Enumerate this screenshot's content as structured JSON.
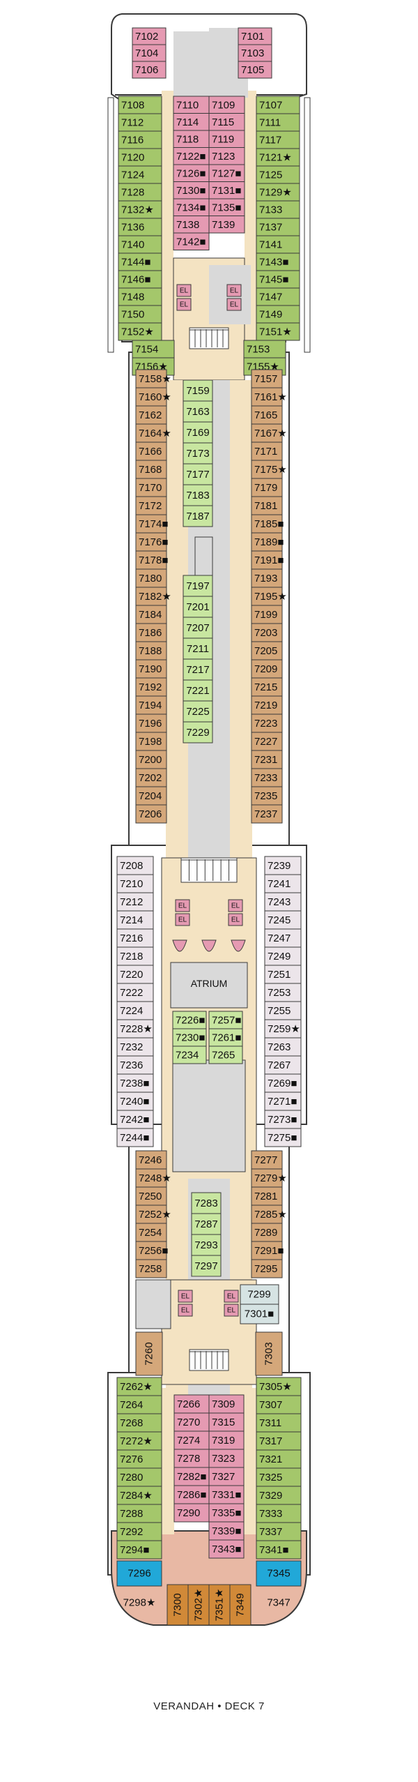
{
  "title": "VERANDAH • DECK 7",
  "atrium_label": "ATRIUM",
  "elevator_label": "EL",
  "symbols": {
    "star": "★",
    "square": "■"
  },
  "colors": {
    "green": "#a4c76b",
    "pink": "#e59ab2",
    "tan": "#d4a77a",
    "lilac": "#ece5ea",
    "blue": "#21a8d8",
    "orange": "#d18938",
    "lightgreen": "#c8e6a0",
    "paleblue": "#d6e3e3",
    "corridor": "#f4e3c2",
    "grey": "#d9d9d9",
    "outline": "#3a3a3a"
  },
  "cabins": {
    "fwd_left_outer": [
      [
        "7108",
        ""
      ],
      [
        "7112",
        ""
      ],
      [
        "7116",
        ""
      ],
      [
        "7120",
        ""
      ],
      [
        "7124",
        ""
      ],
      [
        "7128",
        ""
      ],
      [
        "7132",
        "star"
      ],
      [
        "7136",
        ""
      ],
      [
        "7140",
        ""
      ],
      [
        "7144",
        "square"
      ],
      [
        "7146",
        "square"
      ],
      [
        "7148",
        ""
      ],
      [
        "7150",
        ""
      ],
      [
        "7152",
        "star"
      ]
    ],
    "fwd_left_inner": [
      [
        "7110",
        ""
      ],
      [
        "7114",
        ""
      ],
      [
        "7118",
        ""
      ],
      [
        "7122",
        "square"
      ],
      [
        "7126",
        "square"
      ],
      [
        "7130",
        "square"
      ],
      [
        "7134",
        "square"
      ],
      [
        "7138",
        ""
      ],
      [
        "7142",
        "square"
      ]
    ],
    "fwd_right_inner": [
      [
        "7109",
        ""
      ],
      [
        "7115",
        ""
      ],
      [
        "7119",
        ""
      ],
      [
        "7123",
        ""
      ],
      [
        "7127",
        "square"
      ],
      [
        "7131",
        "square"
      ],
      [
        "7135",
        "square"
      ],
      [
        "7139",
        ""
      ]
    ],
    "fwd_right_outer": [
      [
        "7107",
        ""
      ],
      [
        "7111",
        ""
      ],
      [
        "7117",
        ""
      ],
      [
        "7121",
        "star"
      ],
      [
        "7125",
        ""
      ],
      [
        "7129",
        "star"
      ],
      [
        "7133",
        ""
      ],
      [
        "7137",
        ""
      ],
      [
        "7141",
        ""
      ],
      [
        "7143",
        "square"
      ],
      [
        "7145",
        "square"
      ],
      [
        "7147",
        ""
      ],
      [
        "7149",
        ""
      ],
      [
        "7151",
        "star"
      ]
    ],
    "bow_left": [
      [
        "7102",
        ""
      ],
      [
        "7104",
        ""
      ],
      [
        "7106",
        ""
      ]
    ],
    "bow_right": [
      [
        "7101",
        ""
      ],
      [
        "7103",
        ""
      ],
      [
        "7105",
        ""
      ]
    ],
    "mid_fwd_left_small": [
      [
        "7154",
        ""
      ],
      [
        "7156",
        "star"
      ]
    ],
    "mid_fwd_right_small": [
      [
        "7153",
        ""
      ],
      [
        "7155",
        "star"
      ]
    ],
    "mid_left": [
      [
        "7158",
        "star"
      ],
      [
        "7160",
        "star"
      ],
      [
        "7162",
        ""
      ],
      [
        "7164",
        "star"
      ],
      [
        "7166",
        ""
      ],
      [
        "7168",
        ""
      ],
      [
        "7170",
        ""
      ],
      [
        "7172",
        ""
      ],
      [
        "7174",
        "square"
      ],
      [
        "7176",
        "square"
      ],
      [
        "7178",
        "square"
      ],
      [
        "7180",
        ""
      ],
      [
        "7182",
        "star"
      ],
      [
        "7184",
        ""
      ],
      [
        "7186",
        ""
      ],
      [
        "7188",
        ""
      ],
      [
        "7190",
        ""
      ],
      [
        "7192",
        ""
      ],
      [
        "7194",
        ""
      ],
      [
        "7196",
        ""
      ],
      [
        "7198",
        ""
      ],
      [
        "7200",
        ""
      ],
      [
        "7202",
        ""
      ],
      [
        "7204",
        ""
      ],
      [
        "7206",
        ""
      ]
    ],
    "mid_right": [
      [
        "7157",
        ""
      ],
      [
        "7161",
        "star"
      ],
      [
        "7165",
        ""
      ],
      [
        "7167",
        "star"
      ],
      [
        "7171",
        ""
      ],
      [
        "7175",
        "star"
      ],
      [
        "7179",
        ""
      ],
      [
        "7181",
        ""
      ],
      [
        "7185",
        "square"
      ],
      [
        "7189",
        "square"
      ],
      [
        "7191",
        "square"
      ],
      [
        "7193",
        ""
      ],
      [
        "7195",
        "star"
      ],
      [
        "7199",
        ""
      ],
      [
        "7203",
        ""
      ],
      [
        "7205",
        ""
      ],
      [
        "7209",
        ""
      ],
      [
        "7215",
        ""
      ],
      [
        "7219",
        ""
      ],
      [
        "7223",
        ""
      ],
      [
        "7227",
        ""
      ],
      [
        "7231",
        ""
      ],
      [
        "7233",
        ""
      ],
      [
        "7235",
        ""
      ],
      [
        "7237",
        ""
      ]
    ],
    "mid_center_a": [
      [
        "7159",
        ""
      ],
      [
        "7163",
        ""
      ],
      [
        "7169",
        ""
      ],
      [
        "7173",
        ""
      ],
      [
        "7177",
        ""
      ],
      [
        "7183",
        ""
      ],
      [
        "7187",
        ""
      ]
    ],
    "mid_center_b": [
      [
        "7197",
        ""
      ],
      [
        "7201",
        ""
      ],
      [
        "7207",
        ""
      ],
      [
        "7211",
        ""
      ],
      [
        "7217",
        ""
      ],
      [
        "7221",
        ""
      ],
      [
        "7225",
        ""
      ],
      [
        "7229",
        ""
      ]
    ],
    "atrium_left": [
      [
        "7208",
        ""
      ],
      [
        "7210",
        ""
      ],
      [
        "7212",
        ""
      ],
      [
        "7214",
        ""
      ],
      [
        "7216",
        ""
      ],
      [
        "7218",
        ""
      ],
      [
        "7220",
        ""
      ],
      [
        "7222",
        ""
      ],
      [
        "7224",
        ""
      ],
      [
        "7228",
        "star"
      ],
      [
        "7232",
        ""
      ],
      [
        "7236",
        ""
      ],
      [
        "7238",
        "square"
      ],
      [
        "7240",
        "square"
      ],
      [
        "7242",
        "square"
      ],
      [
        "7244",
        "square"
      ]
    ],
    "atrium_right": [
      [
        "7239",
        ""
      ],
      [
        "7241",
        ""
      ],
      [
        "7243",
        ""
      ],
      [
        "7245",
        ""
      ],
      [
        "7247",
        ""
      ],
      [
        "7249",
        ""
      ],
      [
        "7251",
        ""
      ],
      [
        "7253",
        ""
      ],
      [
        "7255",
        ""
      ],
      [
        "7259",
        "star"
      ],
      [
        "7263",
        ""
      ],
      [
        "7267",
        ""
      ],
      [
        "7269",
        "square"
      ],
      [
        "7271",
        "square"
      ],
      [
        "7273",
        "square"
      ],
      [
        "7275",
        "square"
      ]
    ],
    "atrium_center_left": [
      [
        "7226",
        "square"
      ],
      [
        "7230",
        "square"
      ],
      [
        "7234",
        ""
      ]
    ],
    "atrium_center_right": [
      [
        "7257",
        "square"
      ],
      [
        "7261",
        "square"
      ],
      [
        "7265",
        ""
      ]
    ],
    "aft_mid_left": [
      [
        "7246",
        ""
      ],
      [
        "7248",
        "star"
      ],
      [
        "7250",
        ""
      ],
      [
        "7252",
        "star"
      ],
      [
        "7254",
        ""
      ],
      [
        "7256",
        "square"
      ],
      [
        "7258",
        ""
      ]
    ],
    "aft_mid_right": [
      [
        "7277",
        ""
      ],
      [
        "7279",
        "star"
      ],
      [
        "7281",
        ""
      ],
      [
        "7285",
        "star"
      ],
      [
        "7289",
        ""
      ],
      [
        "7291",
        "square"
      ],
      [
        "7295",
        ""
      ]
    ],
    "aft_mid_center": [
      [
        "7283",
        ""
      ],
      [
        "7287",
        ""
      ],
      [
        "7293",
        ""
      ],
      [
        "7297",
        ""
      ]
    ],
    "aft_misc": {
      "left_vertical": "7260",
      "right_vertical": "7303",
      "right_a": "7299",
      "right_b": "7301",
      "right_b_mark": "square"
    },
    "aft_left_outer": [
      [
        "7262",
        "star"
      ],
      [
        "7264",
        ""
      ],
      [
        "7268",
        ""
      ],
      [
        "7272",
        "star"
      ],
      [
        "7276",
        ""
      ],
      [
        "7280",
        ""
      ],
      [
        "7284",
        "star"
      ],
      [
        "7288",
        ""
      ],
      [
        "7292",
        ""
      ],
      [
        "7294",
        "square"
      ]
    ],
    "aft_left_inner": [
      [
        "7266",
        ""
      ],
      [
        "7270",
        ""
      ],
      [
        "7274",
        ""
      ],
      [
        "7278",
        ""
      ],
      [
        "7282",
        "square"
      ],
      [
        "7286",
        "square"
      ],
      [
        "7290",
        ""
      ]
    ],
    "aft_right_inner": [
      [
        "7309",
        ""
      ],
      [
        "7315",
        ""
      ],
      [
        "7319",
        ""
      ],
      [
        "7323",
        ""
      ],
      [
        "7327",
        ""
      ],
      [
        "7331",
        "square"
      ],
      [
        "7335",
        "square"
      ],
      [
        "7339",
        "square"
      ],
      [
        "7343",
        "square"
      ]
    ],
    "aft_right_outer": [
      [
        "7305",
        "star"
      ],
      [
        "7307",
        ""
      ],
      [
        "7311",
        ""
      ],
      [
        "7317",
        ""
      ],
      [
        "7321",
        ""
      ],
      [
        "7325",
        ""
      ],
      [
        "7329",
        ""
      ],
      [
        "7333",
        ""
      ],
      [
        "7337",
        ""
      ],
      [
        "7341",
        "square"
      ]
    ],
    "stern_blue_left": "7296",
    "stern_blue_right": "7345",
    "stern_left": "7298",
    "stern_left_mark": "star",
    "stern_right": "7347",
    "stern_vertical": [
      [
        "7300",
        ""
      ],
      [
        "7302",
        "star"
      ],
      [
        "7351",
        "star"
      ],
      [
        "7349",
        ""
      ]
    ]
  }
}
